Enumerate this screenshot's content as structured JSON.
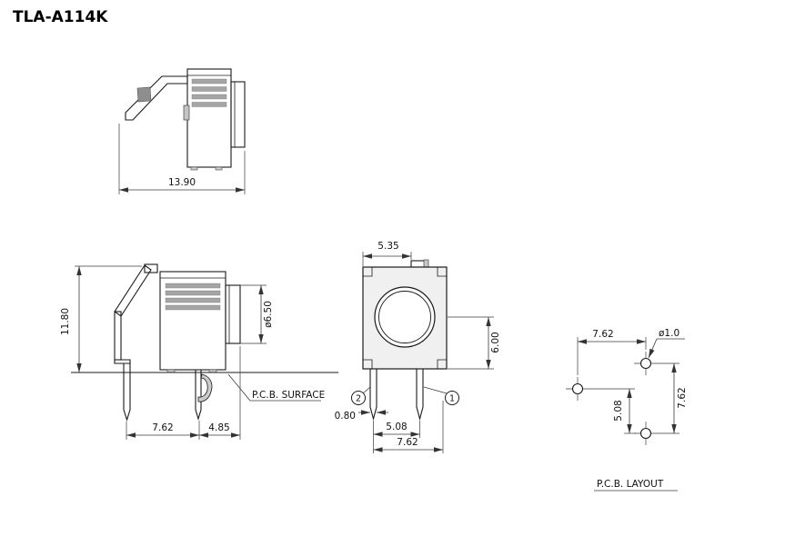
{
  "title": "TLA-A114K",
  "free_view": {
    "width": "13.90"
  },
  "mounted_view": {
    "height": "11.80",
    "button_dia": "ø6.50",
    "pcb_surface": "P.C.B. SURFACE",
    "pin_span": "7.62",
    "tip_offset": "4.85"
  },
  "front_view": {
    "top_offset": "5.35",
    "base_height": "6.00",
    "pin_width": "0.80",
    "pin_no_1": "1",
    "pin_no_2": "2",
    "pin_pitch": "5.08",
    "row_pitch": "7.62"
  },
  "pcb": {
    "label": "P.C.B. LAYOUT",
    "hole_dia": "ø1.0",
    "h_pitch": "7.62",
    "v_pitch": "7.62",
    "v_offset": "5.08"
  }
}
